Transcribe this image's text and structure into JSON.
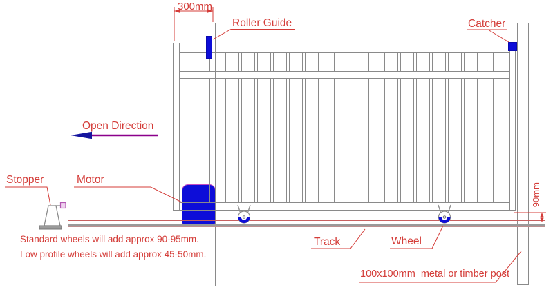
{
  "labels": {
    "dim_top": "300mm",
    "roller_guide": "Roller Guide",
    "catcher": "Catcher",
    "open_direction": "Open Direction",
    "stopper": "Stopper",
    "motor": "Motor",
    "track": "Track",
    "wheel": "Wheel",
    "dim_right": "90mm",
    "post_note": "100x100mm  metal or timber post"
  },
  "notes": {
    "standard_wheels": "Standard wheels will add approx 90-95mm.",
    "low_profile_wheels": "Low profile wheels will add approx 45-50mm."
  },
  "colors": {
    "label_red": "#d43c38",
    "component_blue": "#0d0dd8",
    "motor_outline_magenta": "#c24bc2",
    "stopper_square_pink": "#eed2ee",
    "line_gray": "#8a8a8a",
    "open_direction_line_purple": "#8b008b",
    "open_direction_arrowhead_navy": "#15159e",
    "track_red": "#c86060"
  }
}
